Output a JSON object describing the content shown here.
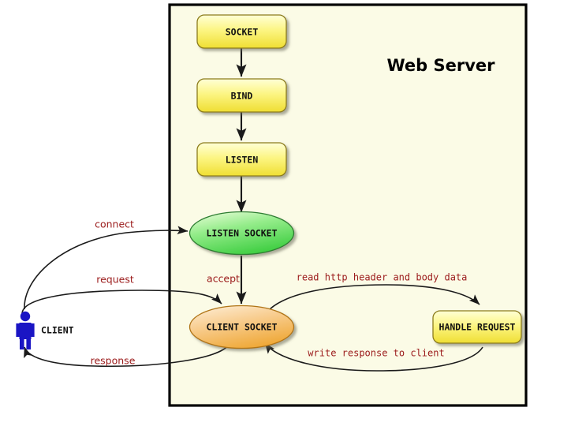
{
  "diagram": {
    "title": "Web Server",
    "container": {
      "label": "web-server-boundary",
      "fill": "#FBFBE6",
      "stroke": "#000000"
    },
    "colors": {
      "process_box_top": "#FFFFC8",
      "process_box_bottom": "#F2E23C",
      "process_box_border": "#8C7C1E",
      "listen_socket_top": "#D8F5C0",
      "listen_socket_bottom": "#4DD44D",
      "listen_socket_border": "#2E7D32",
      "client_socket_top": "#FBE3BC",
      "client_socket_bottom": "#F0A93C",
      "client_socket_border": "#B07418",
      "actor": "#1A15C4",
      "edge_label": "#9B1B1B",
      "edge_line": "#1A1A1A"
    },
    "nodes": [
      {
        "id": "socket",
        "label": "SOCKET",
        "shape": "rounded-rect"
      },
      {
        "id": "bind",
        "label": "BIND",
        "shape": "rounded-rect"
      },
      {
        "id": "listen",
        "label": "LISTEN",
        "shape": "rounded-rect"
      },
      {
        "id": "listen_socket",
        "label": "LISTEN SOCKET",
        "shape": "ellipse"
      },
      {
        "id": "client_socket",
        "label": "CLIENT SOCKET",
        "shape": "ellipse"
      },
      {
        "id": "handle_request",
        "label": "HANDLE REQUEST",
        "shape": "rounded-rect"
      },
      {
        "id": "client",
        "label": "CLIENT",
        "shape": "actor"
      }
    ],
    "edges": [
      {
        "id": "e1",
        "from": "socket",
        "to": "bind",
        "label": ""
      },
      {
        "id": "e2",
        "from": "bind",
        "to": "listen",
        "label": ""
      },
      {
        "id": "e3",
        "from": "listen",
        "to": "listen_socket",
        "label": ""
      },
      {
        "id": "e4",
        "from": "client",
        "to": "listen_socket",
        "label": "connect"
      },
      {
        "id": "e5",
        "from": "listen_socket",
        "to": "client_socket",
        "label": "accept"
      },
      {
        "id": "e6",
        "from": "client",
        "to": "client_socket",
        "label": "request"
      },
      {
        "id": "e7",
        "from": "client_socket",
        "to": "handle_request",
        "label": "read http header and body data"
      },
      {
        "id": "e8",
        "from": "handle_request",
        "to": "client_socket",
        "label": "write response to client"
      },
      {
        "id": "e9",
        "from": "client_socket",
        "to": "client",
        "label": "response"
      }
    ]
  }
}
